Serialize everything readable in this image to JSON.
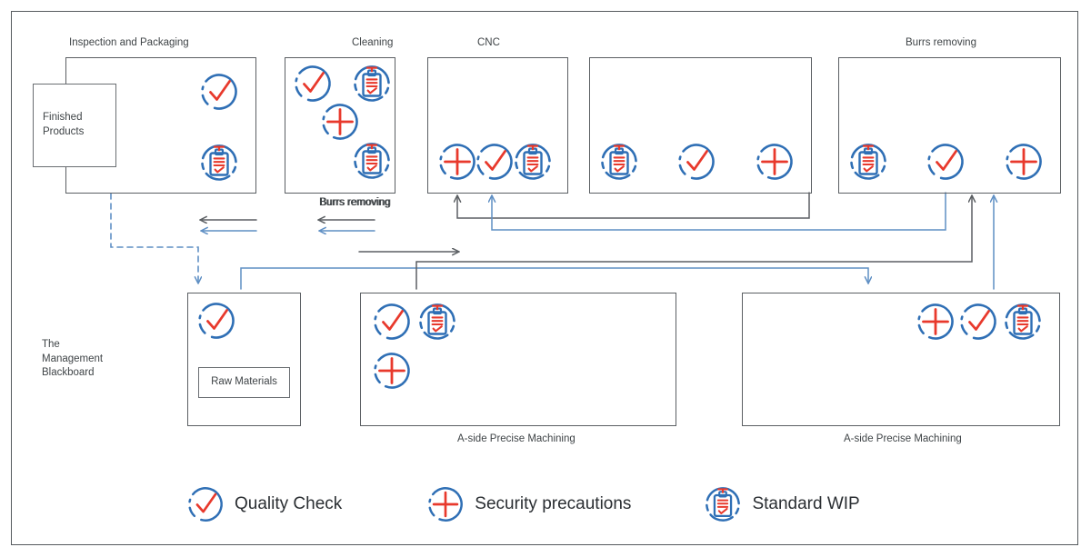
{
  "diagram": {
    "title_present": false,
    "colors": {
      "blue": "#2f6fb5",
      "red": "#e8392c",
      "box_stroke": "#5b5f63",
      "text": "#3f4447",
      "canvas_border": "#555a5e"
    }
  },
  "stations": [
    {
      "id": "inspection-packaging",
      "caption": "Inspection and Packaging",
      "caption_pos": "top",
      "icons": [
        "quality-check",
        "standard-wip"
      ]
    },
    {
      "id": "cleaning",
      "caption": "Cleaning",
      "caption_pos": "top",
      "sub_caption": "Burrs removing",
      "icons": [
        "quality-check",
        "standard-wip",
        "security-precautions",
        "standard-wip"
      ]
    },
    {
      "id": "cnc",
      "caption": "CNC",
      "caption_pos": "top",
      "icons": [
        "security-precautions",
        "quality-check",
        "standard-wip"
      ]
    },
    {
      "id": "middle-machining",
      "caption": "",
      "caption_pos": "none",
      "icons": [
        "standard-wip",
        "quality-check",
        "security-precautions"
      ]
    },
    {
      "id": "burrs-removing",
      "caption": "Burrs removing",
      "caption_pos": "top",
      "icons": [
        "standard-wip",
        "quality-check",
        "security-precautions"
      ]
    },
    {
      "id": "management-blackboard",
      "caption": "",
      "caption_pos": "none",
      "inner_label": "The\nManagement\nBlackboard",
      "icons": []
    },
    {
      "id": "raw-materials-station",
      "caption": "",
      "caption_pos": "none",
      "inner_box_label": "Raw Materials",
      "icons": [
        "quality-check"
      ]
    },
    {
      "id": "a-side-precise-machining-left",
      "caption": "A-side Precise Machining",
      "caption_pos": "bottom",
      "icons": [
        "quality-check",
        "standard-wip",
        "security-precautions"
      ]
    },
    {
      "id": "a-side-precise-machining-right",
      "caption": "A-side Precise Machining",
      "caption_pos": "bottom",
      "icons": [
        "security-precautions",
        "quality-check",
        "standard-wip"
      ]
    }
  ],
  "boxes": {
    "finished_products_label": "Finished\nProducts",
    "management_blackboard_label": "The\nManagement\nBlackboard",
    "raw_materials_label": "Raw Materials"
  },
  "labels": {
    "inspection_and_packaging": "Inspection and Packaging",
    "cleaning": "Cleaning",
    "cnc": "CNC",
    "burrs_removing_top": "Burrs removing",
    "burrs_removing_left": "Burrs removing",
    "burrs_removing_mid": "Burrs removing",
    "a_side_left": "A-side Precise Machining",
    "a_side_right": "A-side Precise Machining"
  },
  "legend": {
    "items": [
      {
        "icon": "quality-check-icon",
        "label": "Quality Check"
      },
      {
        "icon": "security-precautions-icon",
        "label": "Security precautions"
      },
      {
        "icon": "standard-wip-icon",
        "label": "Standard WIP"
      }
    ]
  },
  "icon_names": {
    "quality_check": "quality-check-icon",
    "security_precautions": "security-precautions-icon",
    "standard_wip": "standard-wip-icon"
  }
}
